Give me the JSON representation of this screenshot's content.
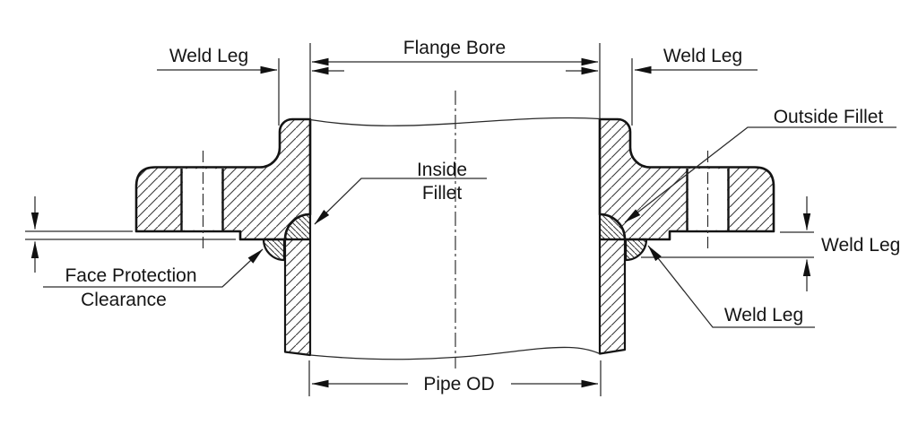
{
  "labels": {
    "weld_leg_top_left": "Weld Leg",
    "flange_bore": "Flange Bore",
    "weld_leg_top_right": "Weld Leg",
    "outside_fillet": "Outside Fillet",
    "inside_fillet_line1": "Inside",
    "inside_fillet_line2": "Fillet",
    "face_protection_line1": "Face Protection",
    "face_protection_line2": "Clearance",
    "weld_leg_right": "Weld Leg",
    "weld_leg_bottom_right": "Weld Leg",
    "pipe_od": "Pipe OD"
  },
  "colors": {
    "background": "#ffffff",
    "object_line": "#141414",
    "thin_line": "#2a2a2a",
    "text": "#151515"
  }
}
